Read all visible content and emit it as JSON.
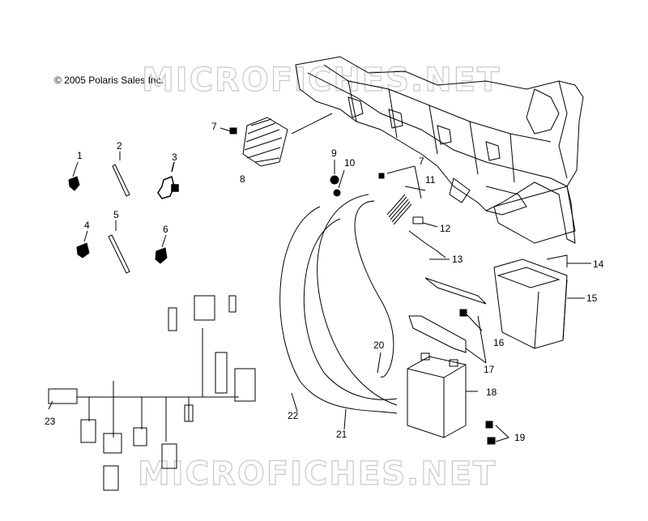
{
  "copyright": "© 2005 Polaris Sales Inc.",
  "watermark": "MICROFICHES.NET",
  "callouts": {
    "c1": "1",
    "c2": "2",
    "c3": "3",
    "c4": "4",
    "c5": "5",
    "c6": "6",
    "c7a": "7",
    "c7b": "7",
    "c8": "8",
    "c9": "9",
    "c10": "10",
    "c11": "11",
    "c12": "12",
    "c13": "13",
    "c14": "14",
    "c15": "15",
    "c16": "16",
    "c17": "17",
    "c18": "18",
    "c19": "19",
    "c20": "20",
    "c21": "21",
    "c22": "22",
    "c23": "23"
  },
  "colors": {
    "line": "#000000",
    "watermark": "#c8c8c8",
    "background": "#ffffff"
  }
}
